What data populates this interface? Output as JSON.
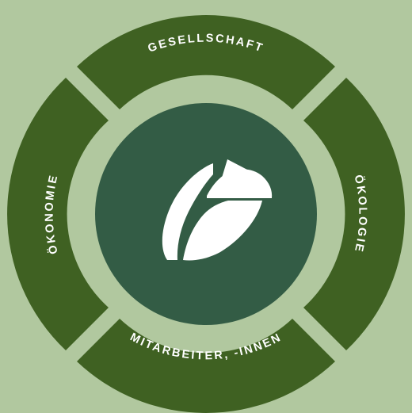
{
  "colors": {
    "background": "#b1c89f",
    "segment": "#3f6122",
    "center": "#335c45",
    "label": "#ffffff",
    "logo": "#ffffff"
  },
  "segments": [
    {
      "label": "GESELLSCHAFT"
    },
    {
      "label": "ÖKOLOGIE"
    },
    {
      "label": "MITARBEITER, -INNEN"
    },
    {
      "label": "ÖKONOMIE"
    }
  ],
  "center": {
    "icon": "leaf-logo-icon"
  }
}
